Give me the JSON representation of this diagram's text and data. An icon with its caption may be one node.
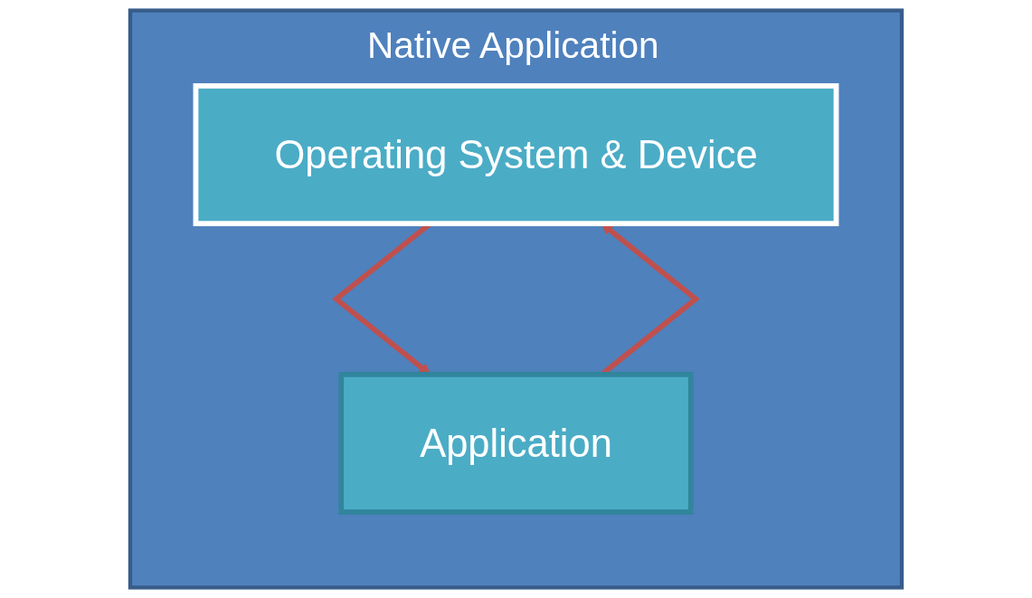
{
  "diagram": {
    "nodes": [
      {
        "text": [
          "Native Application"
        ]
      },
      {
        "text": [
          "Operating System & Device"
        ],
        "in": 0
      },
      {
        "text": [
          "Application"
        ],
        "in": 0
      }
    ],
    "edges": [
      {
        "from": 1,
        "to": 2,
        "arrow": "to"
      },
      {
        "from": 2,
        "to": 1,
        "arrow": "to"
      }
    ]
  }
}
